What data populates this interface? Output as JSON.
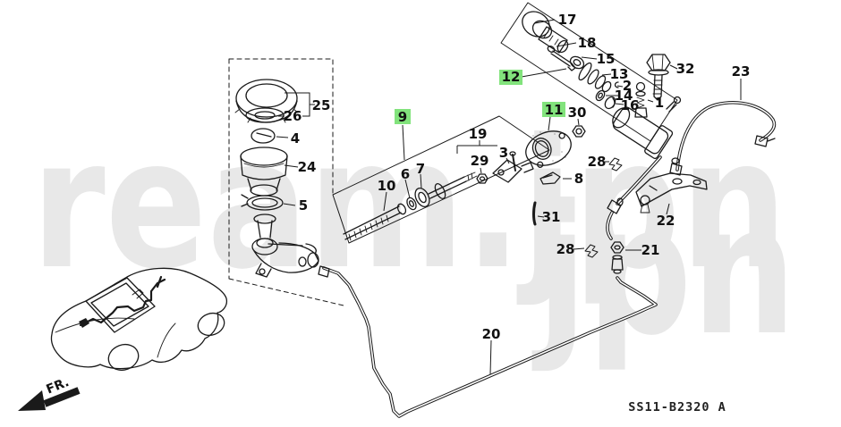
{
  "watermark": {
    "text": "ream.jpn",
    "text_partial": "jpn",
    "color": "#e8e8e8"
  },
  "colors": {
    "highlight": "#82e37c",
    "ink": "#1a1a1a"
  },
  "labels": {
    "p1": "1",
    "p2": "2",
    "p3": "3",
    "p4": "4",
    "p5": "5",
    "p6": "6",
    "p7": "7",
    "p8": "8",
    "p9": "9",
    "p10": "10",
    "p11": "11",
    "p12": "12",
    "p13": "13",
    "p14": "14",
    "p15": "15",
    "p16": "16",
    "p17": "17",
    "p18": "18",
    "p19": "19",
    "p20": "20",
    "p21": "21",
    "p22": "22",
    "p23": "23",
    "p24": "24",
    "p25": "25",
    "p26": "26",
    "p28a": "28",
    "p28b": "28",
    "p29": "29",
    "p30": "30",
    "p31": "31",
    "p32": "32"
  },
  "footer": {
    "diagram_code": "SS11-B2320 A"
  },
  "fr": {
    "label": "FR."
  }
}
